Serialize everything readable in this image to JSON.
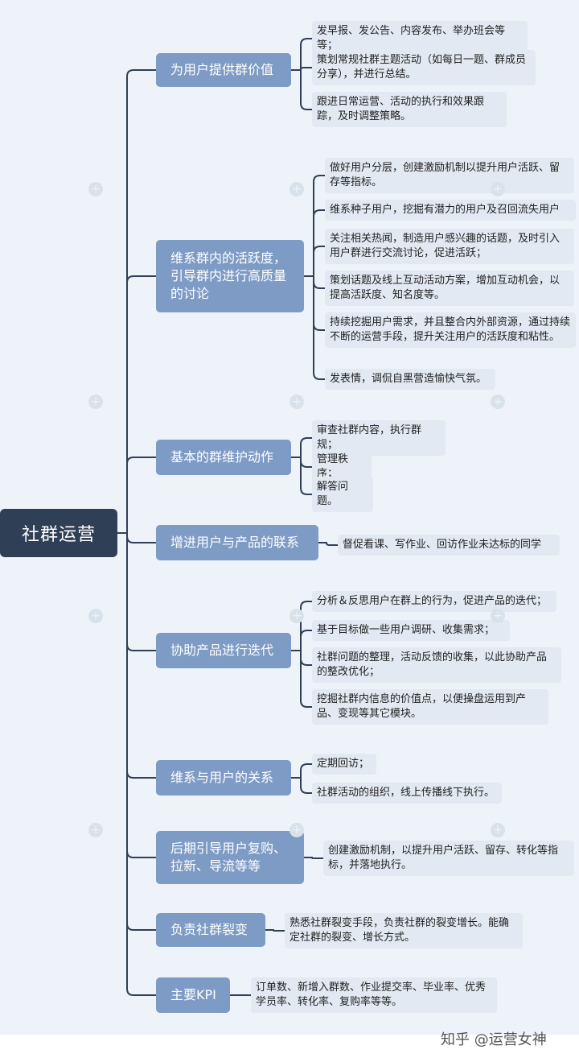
{
  "root": {
    "label": "社群运营"
  },
  "branches": [
    {
      "label": "为用户提供群价值",
      "leaves": [
        "发早报、发公告、内容发布、举办班会等等；",
        "策划常规社群主题活动（如每日一题、群成员分享），并进行总结。",
        "跟进日常运营、活动的执行和效果跟踪，及时调整策略。"
      ]
    },
    {
      "label": "维系群内的活跃度，引导群内进行高质量的讨论",
      "leaves": [
        "做好用户分层，创建激励机制以提升用户活跃、留存等指标。",
        "维系种子用户，挖掘有潜力的用户及召回流失用户",
        "关注相关热闻，制造用户感兴趣的话题，及时引入用户群进行交流讨论，促进活跃；",
        "策划话题及线上互动活动方案，增加互动机会，以提高活跃度、知名度等。",
        "持续挖掘用户需求，并且整合内外部资源，通过持续不断的运营手段，提升关注用户的活跃度和粘性。",
        "发表情，调侃自黑营造愉快气氛。"
      ]
    },
    {
      "label": "基本的群维护动作",
      "leaves": [
        "审查社群内容，执行群规；",
        "管理秩序；",
        "解答问题。"
      ]
    },
    {
      "label": "增进用户与产品的联系",
      "leaves": [
        "督促看课、写作业、回访作业未达标的同学"
      ]
    },
    {
      "label": "协助产品进行迭代",
      "leaves": [
        "分析＆反思用户在群上的行为，促进产品的迭代；",
        "基于目标做一些用户调研、收集需求；",
        "社群问题的整理，活动反馈的收集，以此协助产品的整改优化；",
        "挖掘社群内信息的价值点，以便操盘运用到产品、变现等其它模块。"
      ]
    },
    {
      "label": "维系与用户的关系",
      "leaves": [
        "定期回访；",
        "社群活动的组织，线上传播线下执行。"
      ]
    },
    {
      "label": "后期引导用户复购、拉新、导流等等",
      "leaves": [
        "创建激励机制，以提升用户活跃、留存、转化等指标，并落地执行。"
      ]
    },
    {
      "label": "负责社群裂变",
      "leaves": [
        "熟悉社群裂变手段，负责社群的裂变增长。能确定社群的裂变、增长方式。"
      ]
    },
    {
      "label": "主要KPI",
      "leaves": [
        "订单数、新增入群数、作业提交率、毕业率、优秀学员率、转化率、复购率等等。"
      ]
    }
  ],
  "footer": {
    "brand": "知乎 @运营女神"
  },
  "colors": {
    "root": "#2f3f55",
    "branch": "#7d9bc5",
    "leaf": "#e2e9f2",
    "line": "#2f3f55"
  }
}
